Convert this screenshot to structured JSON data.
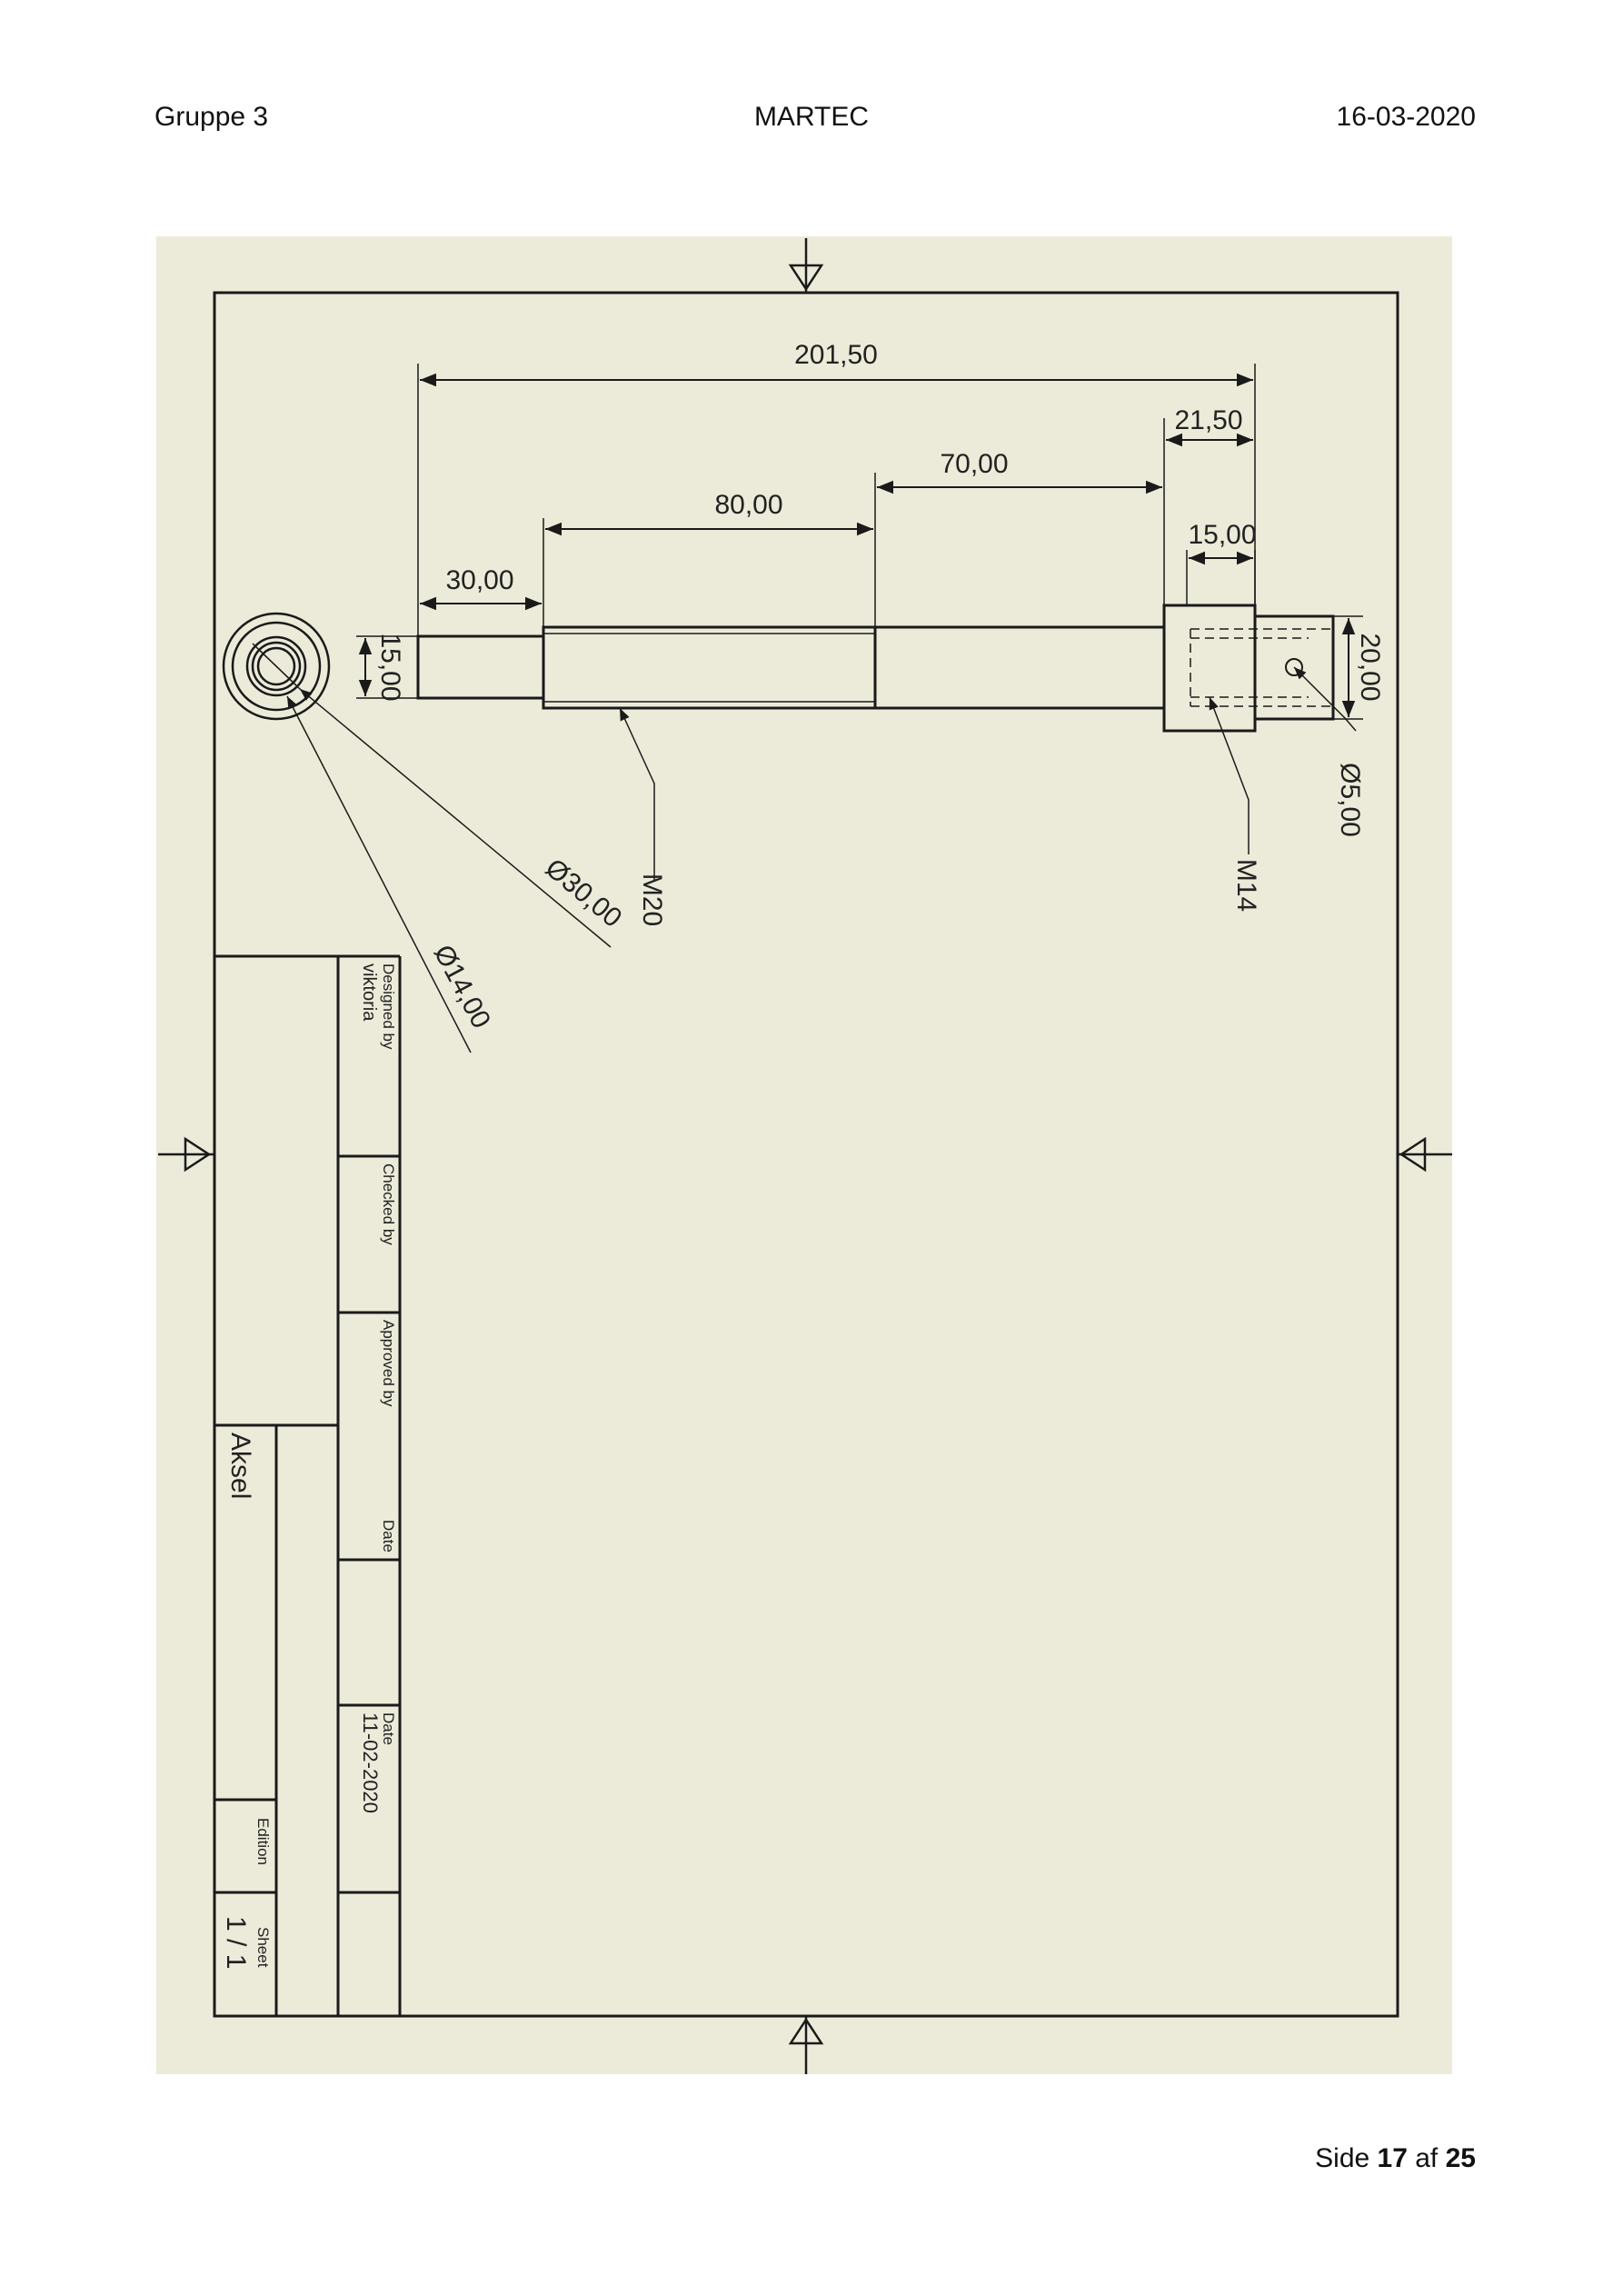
{
  "header": {
    "left": "Gruppe 3",
    "center": "MARTEC",
    "right": "16-03-2020"
  },
  "footer": {
    "prefix": "Side",
    "page": "17",
    "separator": "af",
    "total": "25"
  },
  "drawing": {
    "dimensions": {
      "total_length": "201,50",
      "seg_30": "30,00",
      "seg_80": "80,00",
      "seg_70": "70,00",
      "seg_21_5": "21,50",
      "seg_15": "15,00",
      "dia_15": "15,00",
      "dia_20": "20,00",
      "hole_5": "Ø5,00",
      "dia_30": "Ø30,00",
      "dia_14": "Ø14,00",
      "thread_m20": "M20",
      "thread_m14": "M14"
    },
    "title_block": {
      "designed_by_label": "Designed by",
      "designed_by": "viktoria",
      "checked_by_label": "Checked by",
      "approved_by_label": "Approved by",
      "date_label_1": "Date",
      "date_label_2": "Date",
      "date": "11-02-2020",
      "title": "Aksel",
      "edition_label": "Edition",
      "sheet_label": "Sheet",
      "sheet": "1 / 1"
    },
    "colors": {
      "paper": "#ecebd9",
      "line": "#1a1a1a"
    }
  }
}
